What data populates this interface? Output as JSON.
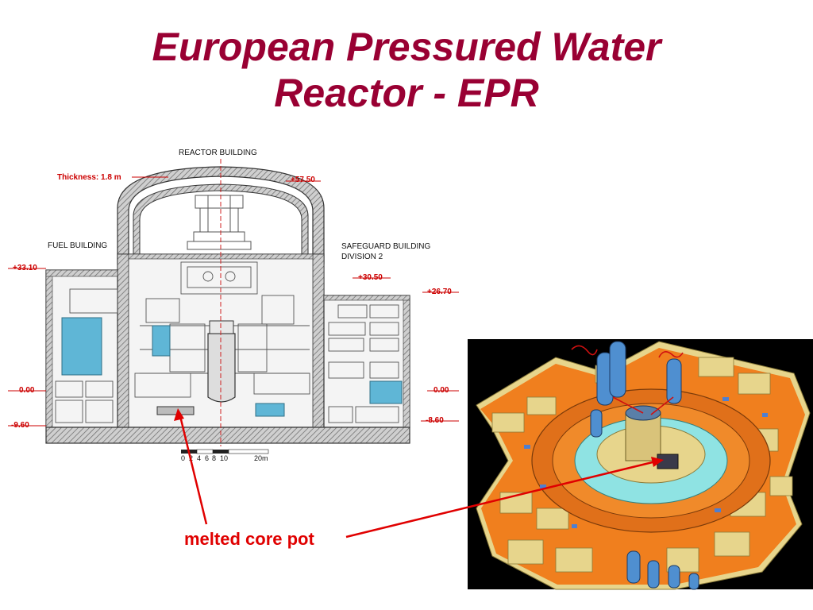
{
  "slide": {
    "title_line1": "European Pressured Water",
    "title_line2": "Reactor - EPR",
    "caption": "melted core pot"
  },
  "cross_section": {
    "reactor_building_label": "REACTOR BUILDING",
    "thickness_label": "Thickness: 1.8 m",
    "fuel_building_label": "FUEL BUILDING",
    "safeguard_label_line1": "SAFEGUARD BUILDING",
    "safeguard_label_line2": "DIVISION 2",
    "elevations": {
      "top": "+57.50",
      "fuel_roof": "+33.10",
      "safeguard_roof": "+30.50",
      "safeguard_side": "+26.70",
      "ground_left": "0.00",
      "ground_right": "0.00",
      "base_left": "-9.60",
      "base_right": "-8.60"
    },
    "scale_ticks": [
      "0",
      "2",
      "4",
      "6",
      "8",
      "10"
    ],
    "scale_end": "20m"
  },
  "colors": {
    "title": "#990033",
    "caption": "#e00000",
    "elevation": "#cc0000",
    "pool_blue": "#5fb6d6",
    "render_orange": "#f07f1e",
    "render_beige": "#e7d58c",
    "render_background": "#000000"
  }
}
